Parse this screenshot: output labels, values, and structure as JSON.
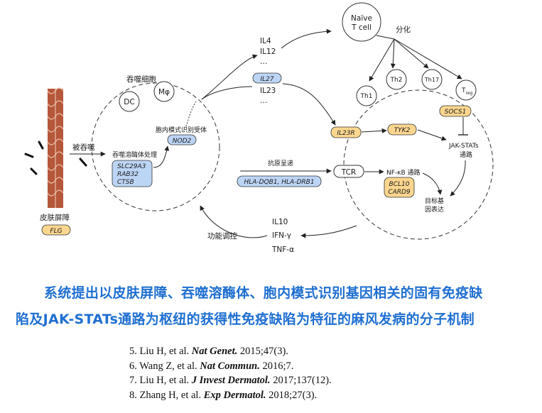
{
  "diagram": {
    "skin": {
      "barrier_label": "皮肤屏障",
      "gene": "FLG"
    },
    "phagocytosis_label": "被吞噬",
    "phagocyte": {
      "title": "吞噬细胞",
      "cells": [
        "DC",
        "Mφ"
      ]
    },
    "lysosome": {
      "label": "吞噬溶酶体处理",
      "genes": [
        "SLC29A3",
        "RAB32",
        "CTSB"
      ]
    },
    "receptor": {
      "label": "胞内模式识别受体",
      "gene": "NOD2"
    },
    "cytokines_top": [
      "IL4",
      "IL12",
      "…"
    ],
    "cytokines_mid": {
      "gene": "IL27",
      "items": [
        "IL23",
        "…"
      ]
    },
    "naive": {
      "line1": "Naïve",
      "line2": "T cell"
    },
    "differentiation_label": "分化",
    "t_subsets": [
      "Th1",
      "Th2",
      "Th17",
      "T"
    ],
    "treg_subscript": "reg",
    "socs1": "SOCS1",
    "il23r": "IL23R",
    "tyk2": "TYK2",
    "jak": {
      "line1": "JAK-STATs",
      "line2": "通路"
    },
    "antigen": {
      "label": "抗原呈递",
      "genes": "HLA-DQB1, HLA-DRB1"
    },
    "tcr": "TCR",
    "nfkb": "NF-κB 通路",
    "bcl10": {
      "line1": "BCL10",
      "line2": "CARD9"
    },
    "target": {
      "line1": "目标基",
      "line2": "因表达"
    },
    "output_cytokines": [
      "IL10",
      "IFN-γ",
      "TNF-α"
    ],
    "regulation_label": "功能调控"
  },
  "caption": {
    "line1": "系统提出以皮肤屏障、吞噬溶酶体、胞内模式识别基因相关的固有免疫缺",
    "line2": "陷及JAK-STATs通路为枢纽的获得性免疫缺陷为特征的麻风发病的分子机制"
  },
  "references": [
    {
      "pre": "5. Liu H, et al. ",
      "journal": "Nat Genet.",
      "post": " 2015;47(3)."
    },
    {
      "pre": "6. Wang Z, et al. ",
      "journal": "Nat Commun.",
      "post": " 2016;7."
    },
    {
      "pre": "7. Liu H, et al. ",
      "journal": "J Invest Dermatol.",
      "post": " 2017;137(12)."
    },
    {
      "pre": "8. Zhang H, et al. ",
      "journal": "Exp Dermatol.",
      "post": " 2018;27(3)."
    }
  ],
  "colors": {
    "blue_fill": "#bcd5f5",
    "orange_fill": "#fbd68f",
    "caption": "#1f6fd1",
    "skin": "#b5573a"
  }
}
